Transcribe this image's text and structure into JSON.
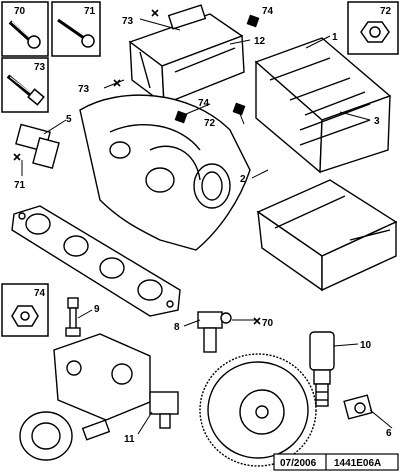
{
  "diagram": {
    "callouts": {
      "c1": "1",
      "c2": "2",
      "c3": "3",
      "c5": "5",
      "c8": "8",
      "c9": "9",
      "c10": "10",
      "c11": "11",
      "c12": "12",
      "c70": "70",
      "c71": "71",
      "c72": "72",
      "c73": "73",
      "c74": "74",
      "c6": "6"
    },
    "inset_boxes": {
      "box70": "70",
      "box71": "71",
      "box73": "73",
      "box72": "72",
      "box74": "74"
    },
    "footer": {
      "date": "07/2006",
      "code": "1441E06A"
    }
  }
}
